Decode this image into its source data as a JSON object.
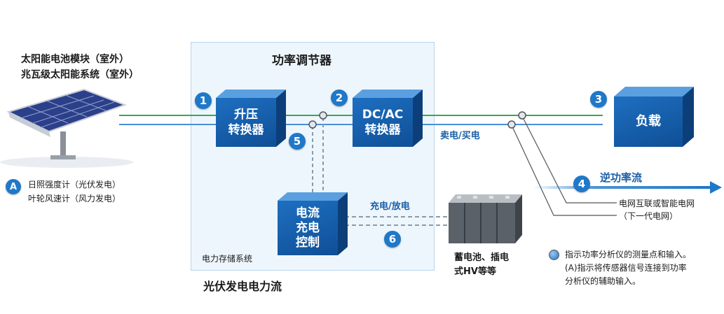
{
  "solar": {
    "line1": "太阳能电池模块（室外）",
    "line2": "兆瓦级太阳能系统（室外）"
  },
  "sensor_a": {
    "badge": "A",
    "line1": "日照强度计（光伏发电）",
    "line2": "叶轮风速计（风力发电）"
  },
  "regulator": {
    "title": "功率调节器",
    "storage_label": "电力存储系统"
  },
  "boost": {
    "number": "1",
    "line1": "升压",
    "line2": "转换器"
  },
  "dcac": {
    "number": "2",
    "line1": "DC/AC",
    "line2": "转换器"
  },
  "load": {
    "number": "3",
    "label": "负载"
  },
  "reverse": {
    "number": "4",
    "label": "逆功率流"
  },
  "point5": {
    "number": "5"
  },
  "charge_ctrl": {
    "number": "6",
    "line1": "电流",
    "line2": "充电",
    "line3": "控制"
  },
  "sell_buy": "卖电/买电",
  "charge_discharge": "充电/放电",
  "battery": {
    "line1": "蓄电池、插电",
    "line2": "式HV等等"
  },
  "grid": {
    "line1": "电网互联或智能电网",
    "line2": "（下一代电网）"
  },
  "bottom_title": "光伏发电电力流",
  "legend": {
    "line1": "指示功率分析仪的测量点和输入。",
    "line2": "(A)指示将传感器信号连接到功率",
    "line3": "分析仪的辅助输入。"
  },
  "colors": {
    "accent": "#1f78c8",
    "cube": "#1565b4",
    "line_green": "#3aa84a",
    "line_blue": "#4a8fd6",
    "panel_bg": "#eef6fd"
  }
}
